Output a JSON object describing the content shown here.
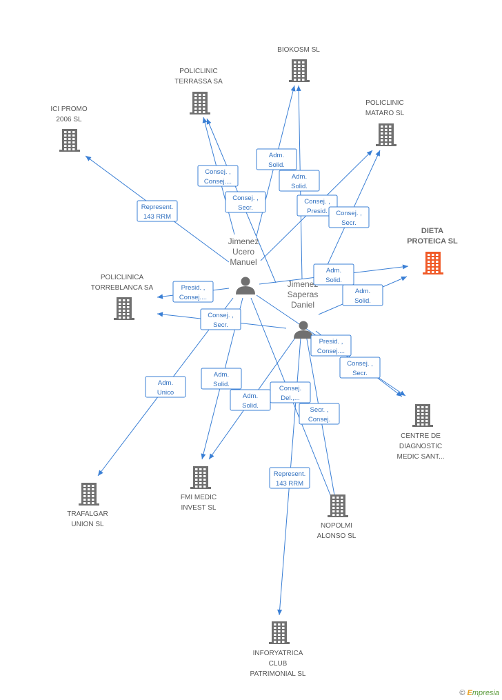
{
  "colors": {
    "edge": "#3a7fd5",
    "building": "#707070",
    "building_main": "#f05a28",
    "person": "#707070"
  },
  "persons": [
    {
      "id": "p1",
      "lines": [
        "Jimenez",
        "Ucero",
        "Manuel"
      ],
      "icon": "person-icon"
    },
    {
      "id": "p2",
      "lines": [
        "Jimenez",
        "Saperas",
        "Daniel"
      ],
      "icon": "person-icon"
    }
  ],
  "companies": [
    {
      "id": "biokosm",
      "lines": [
        "BIOKOSM  SL"
      ],
      "icon": "building-icon"
    },
    {
      "id": "terrassa",
      "lines": [
        "POLICLINIC",
        "TERRASSA SA"
      ],
      "icon": "building-icon"
    },
    {
      "id": "icipromo",
      "lines": [
        "ICI PROMO",
        "2006 SL"
      ],
      "icon": "building-icon"
    },
    {
      "id": "mataro",
      "lines": [
        "POLICLINIC",
        "MATARO  SL"
      ],
      "icon": "building-icon"
    },
    {
      "id": "dieta",
      "lines": [
        "DIETA",
        "PROTEICA SL"
      ],
      "icon": "building-icon",
      "main": true
    },
    {
      "id": "torreblanca",
      "lines": [
        "POLICLINICA",
        "TORREBLANCA SA"
      ],
      "icon": "building-icon"
    },
    {
      "id": "centre",
      "lines": [
        "CENTRE DE",
        "DIAGNOSTIC",
        "MEDIC SANT..."
      ],
      "icon": "building-icon"
    },
    {
      "id": "trafalgar",
      "lines": [
        "TRAFALGAR",
        "UNION SL"
      ],
      "icon": "building-icon"
    },
    {
      "id": "fmi",
      "lines": [
        "FMI MEDIC",
        "INVEST SL"
      ],
      "icon": "building-icon"
    },
    {
      "id": "nopolmi",
      "lines": [
        "NOPOLMI",
        "ALONSO SL"
      ],
      "icon": "building-icon"
    },
    {
      "id": "inforyatrica",
      "lines": [
        "INFORYATRICA",
        "CLUB",
        "PATRIMONIAL SL"
      ],
      "icon": "building-icon"
    }
  ],
  "relations": [
    {
      "from": "p1",
      "to": "icipromo",
      "label": [
        "Represent.",
        "143 RRM"
      ]
    },
    {
      "from": "p1",
      "to": "terrassa",
      "label": [
        "Consej. ,",
        "Consej...."
      ]
    },
    {
      "from": "p2",
      "to": "terrassa",
      "label": [
        "Consej. ,",
        "Secr."
      ]
    },
    {
      "from": "p1",
      "to": "biokosm",
      "label": [
        "Adm.",
        "Solid."
      ]
    },
    {
      "from": "p2",
      "to": "biokosm",
      "label": [
        "Adm.",
        "Solid."
      ]
    },
    {
      "from": "p1",
      "to": "mataro",
      "label": [
        "Consej. ,",
        "Presid."
      ]
    },
    {
      "from": "p2",
      "to": "mataro",
      "label": [
        "Consej. ,",
        "Secr."
      ]
    },
    {
      "from": "p1",
      "to": "dieta",
      "label": [
        "Adm.",
        "Solid."
      ]
    },
    {
      "from": "p2",
      "to": "dieta",
      "label": [
        "Adm.",
        "Solid."
      ]
    },
    {
      "from": "p1",
      "to": "torreblanca",
      "label": [
        "Presid. ,",
        "Consej...."
      ]
    },
    {
      "from": "p2",
      "to": "torreblanca",
      "label": [
        "Consej. ,",
        "Secr."
      ]
    },
    {
      "from": "p1",
      "to": "centre",
      "label": [
        "Presid. ,",
        "Consej...."
      ]
    },
    {
      "from": "p2",
      "to": "centre",
      "label": [
        "Consej. ,",
        "Secr."
      ]
    },
    {
      "from": "p1",
      "to": "trafalgar",
      "label": [
        "Adm.",
        "Unico"
      ]
    },
    {
      "from": "p1",
      "to": "fmi",
      "label": [
        "Adm.",
        "Solid."
      ]
    },
    {
      "from": "p2",
      "to": "fmi",
      "label": [
        "Adm.",
        "Solid."
      ]
    },
    {
      "from": "p1",
      "to": "nopolmi",
      "label": [
        "Consej.",
        "Del.,..."
      ]
    },
    {
      "from": "p2",
      "to": "nopolmi",
      "label": [
        "Secr. ,",
        "Consej."
      ]
    },
    {
      "from": "p2",
      "to": "inforyatrica",
      "label": [
        "Represent.",
        "143 RRM"
      ]
    }
  ],
  "watermark": {
    "copyright": "©",
    "brand_first": "E",
    "brand_rest": "mpresia"
  }
}
